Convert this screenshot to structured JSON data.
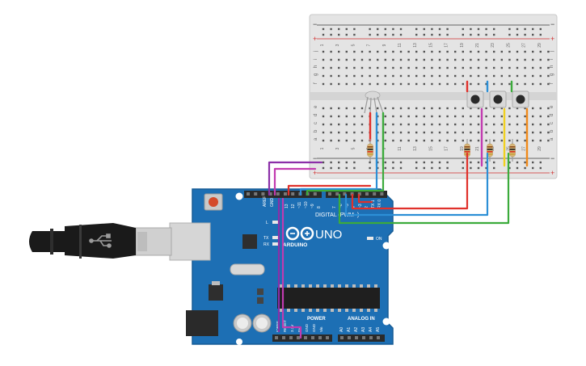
{
  "breadboard": {
    "row_letters_top": [
      "j",
      "i",
      "h",
      "g",
      "f"
    ],
    "row_letters_bottom": [
      "e",
      "d",
      "c",
      "b",
      "a"
    ],
    "column_numbers": [
      "1",
      "3",
      "5",
      "7",
      "9",
      "11",
      "13",
      "15",
      "17",
      "19",
      "21",
      "23",
      "25",
      "27",
      "29"
    ],
    "rail_minus": "−",
    "rail_plus": "+"
  },
  "arduino": {
    "brand": "ARDUINO",
    "model": "UNO",
    "digital_label": "DIGITAL (PWM~)",
    "analog_label": "ANALOG IN",
    "power_label": "POWER",
    "on_label": "ON",
    "led_labels": [
      "L",
      "TX",
      "RX"
    ],
    "aref_label": "AREF",
    "gnd_label": "GND",
    "digital_pins": [
      "13",
      "12",
      "~11",
      "~10",
      "~9",
      "8",
      "7",
      "~6",
      "~5",
      "4",
      "~3",
      "2",
      "TX 1",
      "RX 0"
    ],
    "power_pins": [
      "IOREF",
      "RESET",
      "3.3V",
      "5V",
      "GND",
      "GND",
      "Vin"
    ],
    "analog_pins": [
      "A0",
      "A1",
      "A2",
      "A3",
      "A4",
      "A5"
    ]
  },
  "wire_colors": {
    "red": "#e0312b",
    "blue": "#2c8fd6",
    "green": "#3cab3c",
    "purple": "#8b2fa8",
    "magenta": "#c23bb0",
    "yellow": "#f0d020",
    "orange": "#f08a1a"
  }
}
